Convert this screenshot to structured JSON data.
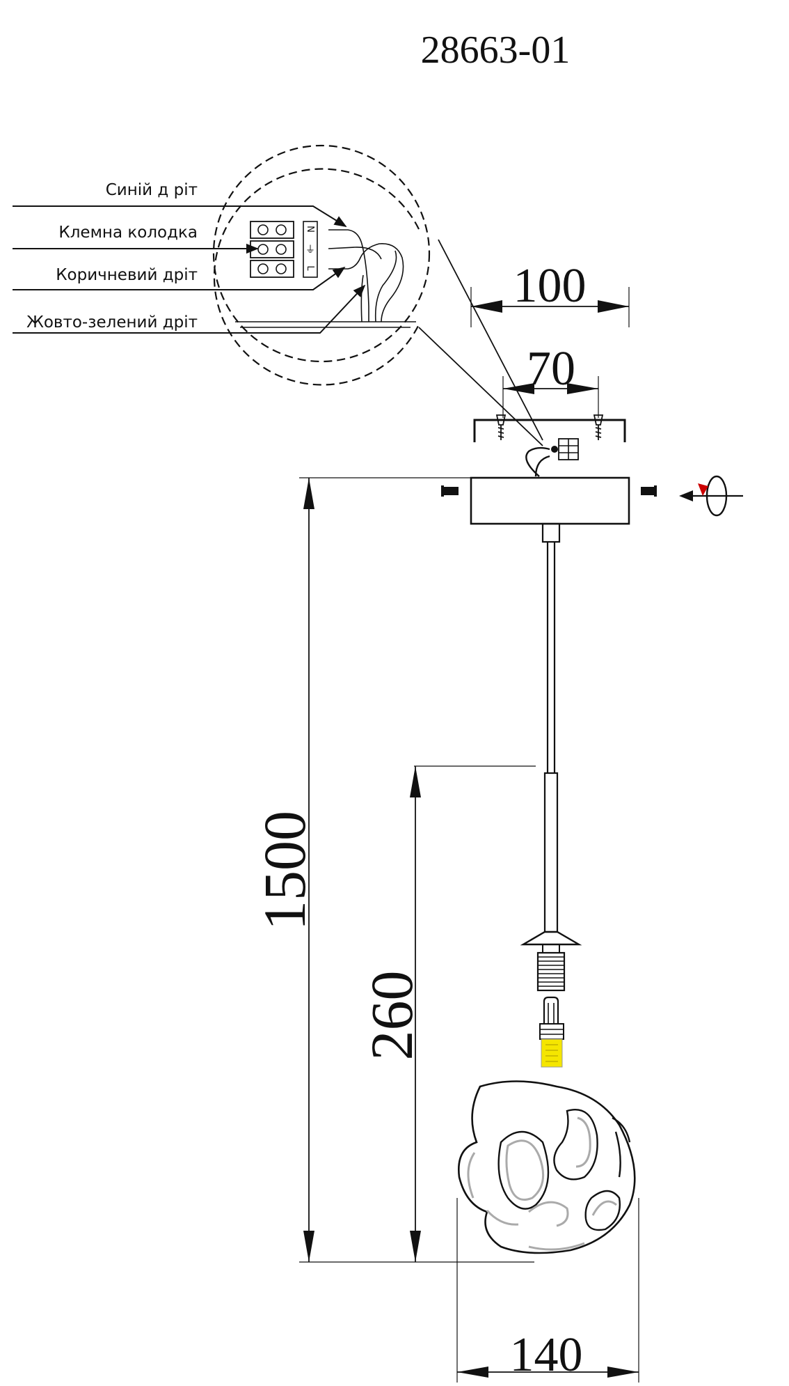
{
  "title": "28663-01",
  "callouts": {
    "blue_wire": "Синій д ріт",
    "terminal_block": "Клемна колодка",
    "brown_wire": "Коричневий дріт",
    "yellow_green_wire": "Жовто-зелений дріт"
  },
  "terminal_marks": [
    "N",
    "⏚",
    "L"
  ],
  "dimensions": {
    "canopy_width": "100",
    "mount_width": "70",
    "total_height": "1500",
    "shade_drop": "260",
    "shade_diameter": "140"
  },
  "colors": {
    "line": "#111111",
    "bulb": "#f5e600",
    "arrow_accent": "#cc0000",
    "glass_texture": "#aaaaaa"
  }
}
